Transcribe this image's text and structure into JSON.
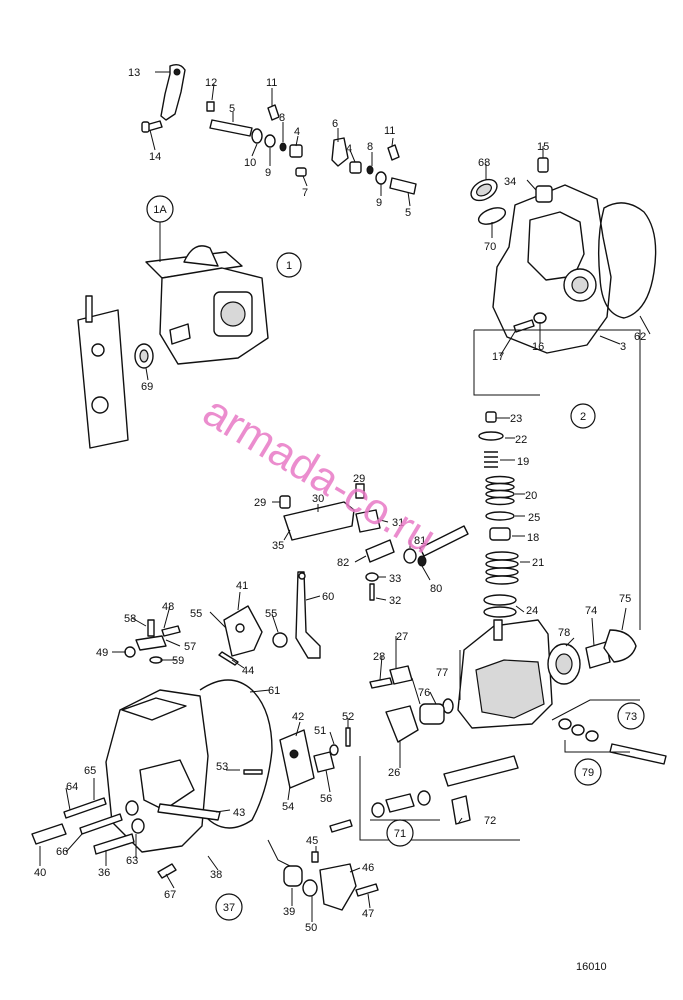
{
  "diagram": {
    "drawing_code": "16010",
    "watermark": "armada-co.ru",
    "callouts": [
      {
        "id": "c13",
        "text": "13"
      },
      {
        "id": "c12",
        "text": "12"
      },
      {
        "id": "c11a",
        "text": "11"
      },
      {
        "id": "c5a",
        "text": "5"
      },
      {
        "id": "c8a",
        "text": "8"
      },
      {
        "id": "c4a",
        "text": "4"
      },
      {
        "id": "c14",
        "text": "14"
      },
      {
        "id": "c10",
        "text": "10"
      },
      {
        "id": "c9a",
        "text": "9"
      },
      {
        "id": "c7",
        "text": "7"
      },
      {
        "id": "c6",
        "text": "6"
      },
      {
        "id": "c4b",
        "text": "4"
      },
      {
        "id": "c8b",
        "text": "8"
      },
      {
        "id": "c11b",
        "text": "11"
      },
      {
        "id": "c9b",
        "text": "9"
      },
      {
        "id": "c5b",
        "text": "5"
      },
      {
        "id": "c68",
        "text": "68"
      },
      {
        "id": "c15",
        "text": "15"
      },
      {
        "id": "c34",
        "text": "34"
      },
      {
        "id": "c70",
        "text": "70"
      },
      {
        "id": "c62",
        "text": "62"
      },
      {
        "id": "c17",
        "text": "17"
      },
      {
        "id": "c16",
        "text": "16"
      },
      {
        "id": "c3",
        "text": "3"
      },
      {
        "id": "c69",
        "text": "69"
      },
      {
        "id": "c23",
        "text": "23"
      },
      {
        "id": "c22",
        "text": "22"
      },
      {
        "id": "c19",
        "text": "19"
      },
      {
        "id": "c20",
        "text": "20"
      },
      {
        "id": "c25",
        "text": "25"
      },
      {
        "id": "c18",
        "text": "18"
      },
      {
        "id": "c21",
        "text": "21"
      },
      {
        "id": "c24",
        "text": "24"
      },
      {
        "id": "c29a",
        "text": "29"
      },
      {
        "id": "c29b",
        "text": "29"
      },
      {
        "id": "c30",
        "text": "30"
      },
      {
        "id": "c31",
        "text": "31"
      },
      {
        "id": "c35",
        "text": "35"
      },
      {
        "id": "c82",
        "text": "82"
      },
      {
        "id": "c33",
        "text": "33"
      },
      {
        "id": "c32",
        "text": "32"
      },
      {
        "id": "c81",
        "text": "81"
      },
      {
        "id": "c80",
        "text": "80"
      },
      {
        "id": "c41",
        "text": "41"
      },
      {
        "id": "c60",
        "text": "60"
      },
      {
        "id": "c58",
        "text": "58"
      },
      {
        "id": "c48",
        "text": "48"
      },
      {
        "id": "c55a",
        "text": "55"
      },
      {
        "id": "c55b",
        "text": "55"
      },
      {
        "id": "c49",
        "text": "49"
      },
      {
        "id": "c57",
        "text": "57"
      },
      {
        "id": "c59",
        "text": "59"
      },
      {
        "id": "c44",
        "text": "44"
      },
      {
        "id": "c61",
        "text": "61"
      },
      {
        "id": "c27",
        "text": "27"
      },
      {
        "id": "c28",
        "text": "28"
      },
      {
        "id": "c77",
        "text": "77"
      },
      {
        "id": "c76",
        "text": "76"
      },
      {
        "id": "c26",
        "text": "26"
      },
      {
        "id": "c78",
        "text": "78"
      },
      {
        "id": "c74",
        "text": "74"
      },
      {
        "id": "c75",
        "text": "75"
      },
      {
        "id": "c42",
        "text": "42"
      },
      {
        "id": "c52",
        "text": "52"
      },
      {
        "id": "c51",
        "text": "51"
      },
      {
        "id": "c53",
        "text": "53"
      },
      {
        "id": "c54",
        "text": "54"
      },
      {
        "id": "c56",
        "text": "56"
      },
      {
        "id": "c64",
        "text": "64"
      },
      {
        "id": "c65",
        "text": "65"
      },
      {
        "id": "c43",
        "text": "43"
      },
      {
        "id": "c66",
        "text": "66"
      },
      {
        "id": "c40",
        "text": "40"
      },
      {
        "id": "c36",
        "text": "36"
      },
      {
        "id": "c63",
        "text": "63"
      },
      {
        "id": "c67",
        "text": "67"
      },
      {
        "id": "c38",
        "text": "38"
      },
      {
        "id": "c45",
        "text": "45"
      },
      {
        "id": "c46",
        "text": "46"
      },
      {
        "id": "c39",
        "text": "39"
      },
      {
        "id": "c50",
        "text": "50"
      },
      {
        "id": "c47",
        "text": "47"
      },
      {
        "id": "c72",
        "text": "72"
      }
    ],
    "circled_callouts": [
      {
        "id": "g1",
        "text": "1"
      },
      {
        "id": "g1a",
        "text": "1A"
      },
      {
        "id": "g2",
        "text": "2"
      },
      {
        "id": "g71",
        "text": "71"
      },
      {
        "id": "g73",
        "text": "73"
      },
      {
        "id": "g79",
        "text": "79"
      },
      {
        "id": "g37",
        "text": "37"
      }
    ]
  }
}
